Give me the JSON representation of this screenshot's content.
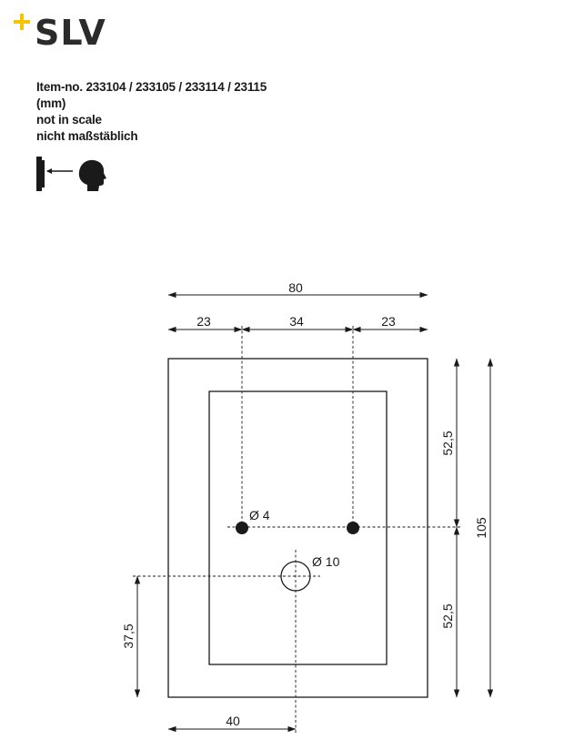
{
  "logo": {
    "text": "SLV",
    "accent_color": "#f2c500"
  },
  "info": {
    "item_no": "Item-no. 233104 / 233105 / 233114 / 23115",
    "unit": "(mm)",
    "scale_en": "not in scale",
    "scale_de": "nicht maßstäblich"
  },
  "icons": {
    "mounting": "wall-mount-view-icon"
  },
  "dimensions": {
    "overall_width": "80",
    "left_margin": "23",
    "hole_spacing": "34",
    "right_margin": "23",
    "upper_height": "52,5",
    "lower_height": "52,5",
    "overall_height": "105",
    "cable_hole_height": "37,5",
    "cable_hole_offset": "40",
    "mount_hole_diameter": "Ø 4",
    "cable_hole_diameter": "Ø 10"
  }
}
